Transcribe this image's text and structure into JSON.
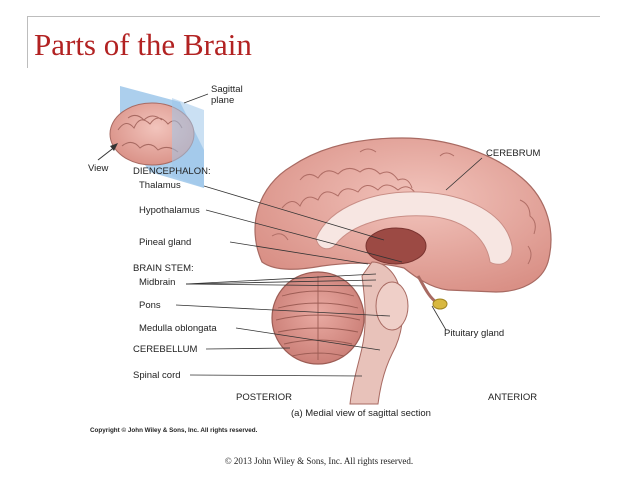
{
  "slide": {
    "title": "Parts of the Brain",
    "footer": "© 2013 John Wiley & Sons, Inc. All rights reserved."
  },
  "figure": {
    "inset": {
      "plane_label_line1": "Sagittal",
      "plane_label_line2": "plane",
      "view_label": "View"
    },
    "labels": {
      "diencephalon": "DIENCEPHALON:",
      "thalamus": "Thalamus",
      "hypothalamus": "Hypothalamus",
      "pineal_gland": "Pineal gland",
      "brain_stem": "BRAIN STEM:",
      "midbrain": "Midbrain",
      "pons": "Pons",
      "medulla_oblongata": "Medulla oblongata",
      "cerebellum": "CEREBELLUM",
      "spinal_cord": "Spinal cord",
      "cerebrum": "CEREBRUM",
      "pituitary_gland": "Pituitary gland",
      "posterior": "POSTERIOR",
      "anterior": "ANTERIOR"
    },
    "caption": "(a) Medial view of sagittal section",
    "copyright": "Copyright © John Wiley & Sons, Inc. All rights reserved."
  },
  "colors": {
    "title": "#b22222",
    "brain_tissue": "#e8a8a0",
    "brain_dark": "#b46a62",
    "white_matter": "#f7e6e2",
    "thalamus": "#9c4a44",
    "plane": "#9ec7ea",
    "pituitary": "#d8b840"
  }
}
